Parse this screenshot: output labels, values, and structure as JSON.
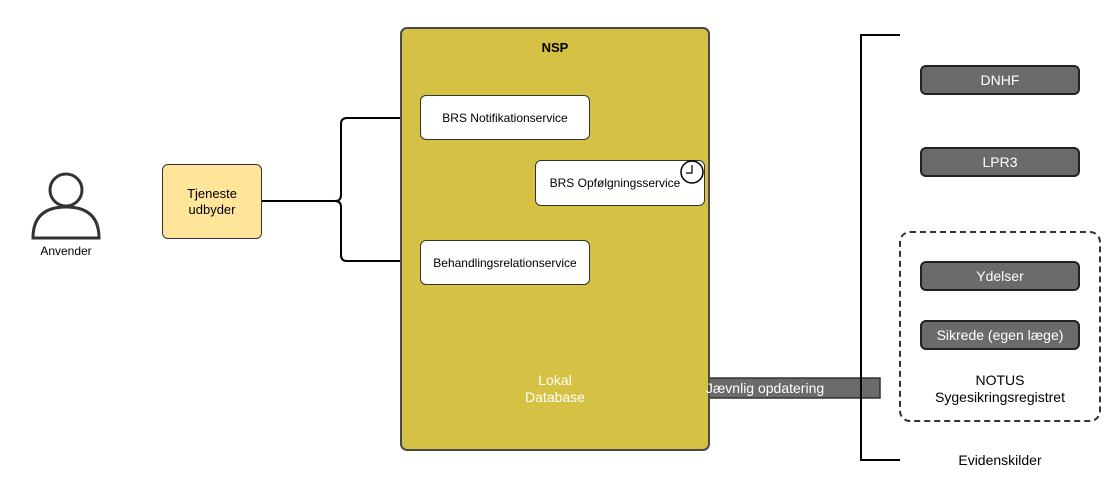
{
  "actor": {
    "label": "Anvender"
  },
  "provider": {
    "label": "Tjeneste udbyder"
  },
  "nsp": {
    "title": "NSP",
    "notifikation_label": "BRS Notifikationservice",
    "opfoelgning_label": "BRS Opfølgningsservice",
    "behandling_label": "Behandlingsrelationservice",
    "database_label": "Lokal Database"
  },
  "update_arrow": {
    "label": "Jævnlig opdatering"
  },
  "sources": {
    "dnhf": "DNHF",
    "lpr3": "LPR3",
    "ydelser": "Ydelser",
    "sikrede": "Sikrede (egen læge)",
    "notus_label": "NOTUS Sygesikringsregistret",
    "group_label": "Evidenskilder"
  },
  "colors": {
    "nsp_fill": "#d5c244",
    "provider_fill": "#ffe599",
    "database_fill": "#1c3f8b",
    "registry_fill": "#6b6b6b",
    "arrow_fill": "#6b6b6b"
  }
}
